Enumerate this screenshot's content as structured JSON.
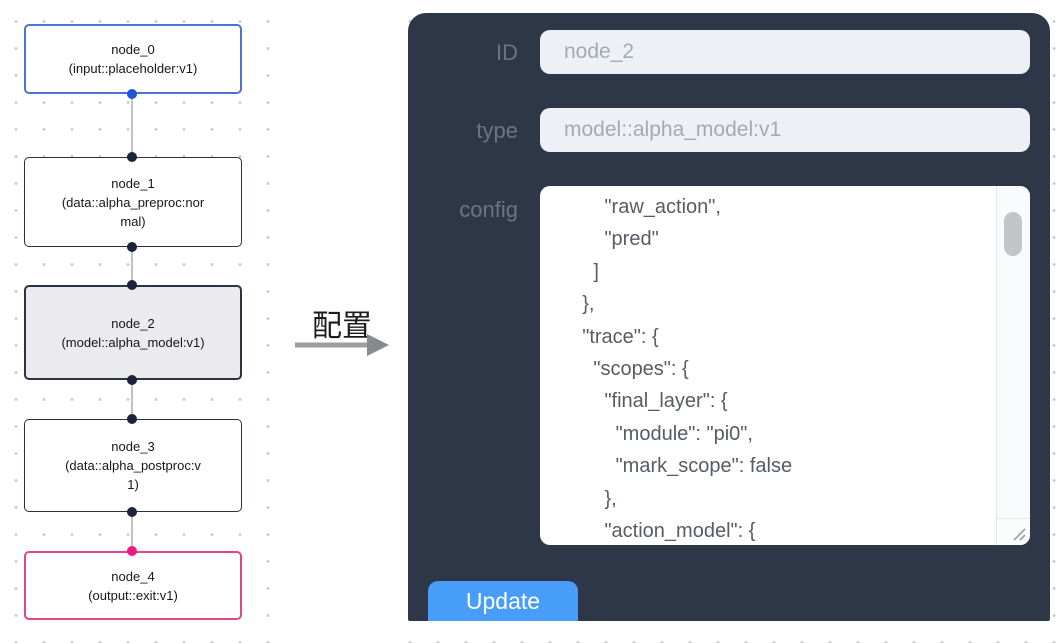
{
  "flow": {
    "nodes": [
      {
        "label": "node_0",
        "type_label": "(input::placeholder:v1)",
        "variant": "input"
      },
      {
        "label": "node_1",
        "type_label": "(data::alpha_preproc:normal)",
        "variant": "default"
      },
      {
        "label": "node_2",
        "type_label": "(model::alpha_model:v1)",
        "variant": "selected"
      },
      {
        "label": "node_3",
        "type_label": "(data::alpha_postproc:v1)",
        "variant": "default"
      },
      {
        "label": "node_4",
        "type_label": "(output::exit:v1)",
        "variant": "output"
      }
    ],
    "colors": {
      "input_node_border": "#4d73d0",
      "output_node_border": "#e2468a",
      "selected_node_bg": "#ebebed",
      "default_node_border": "#2a3140",
      "handle_blue": "#1b55d9",
      "handle_dark": "#1b2438",
      "handle_pink": "#ef1880"
    }
  },
  "arrow": {
    "label": "配置"
  },
  "panel": {
    "colors": {
      "bg": "#2d3748",
      "update_button": "#479df8"
    },
    "fields": {
      "id": {
        "label": "ID",
        "value": "node_2"
      },
      "type": {
        "label": "type",
        "value": "model::alpha_model:v1"
      }
    },
    "config": {
      "label": "config",
      "text": "        \"raw_action\",\n        \"pred\"\n      ]\n    },\n    \"trace\": {\n      \"scopes\": {\n        \"final_layer\": {\n          \"module\": \"pi0\",\n          \"mark_scope\": false\n        },\n        \"action_model\": {"
    },
    "update_label": "Update"
  }
}
